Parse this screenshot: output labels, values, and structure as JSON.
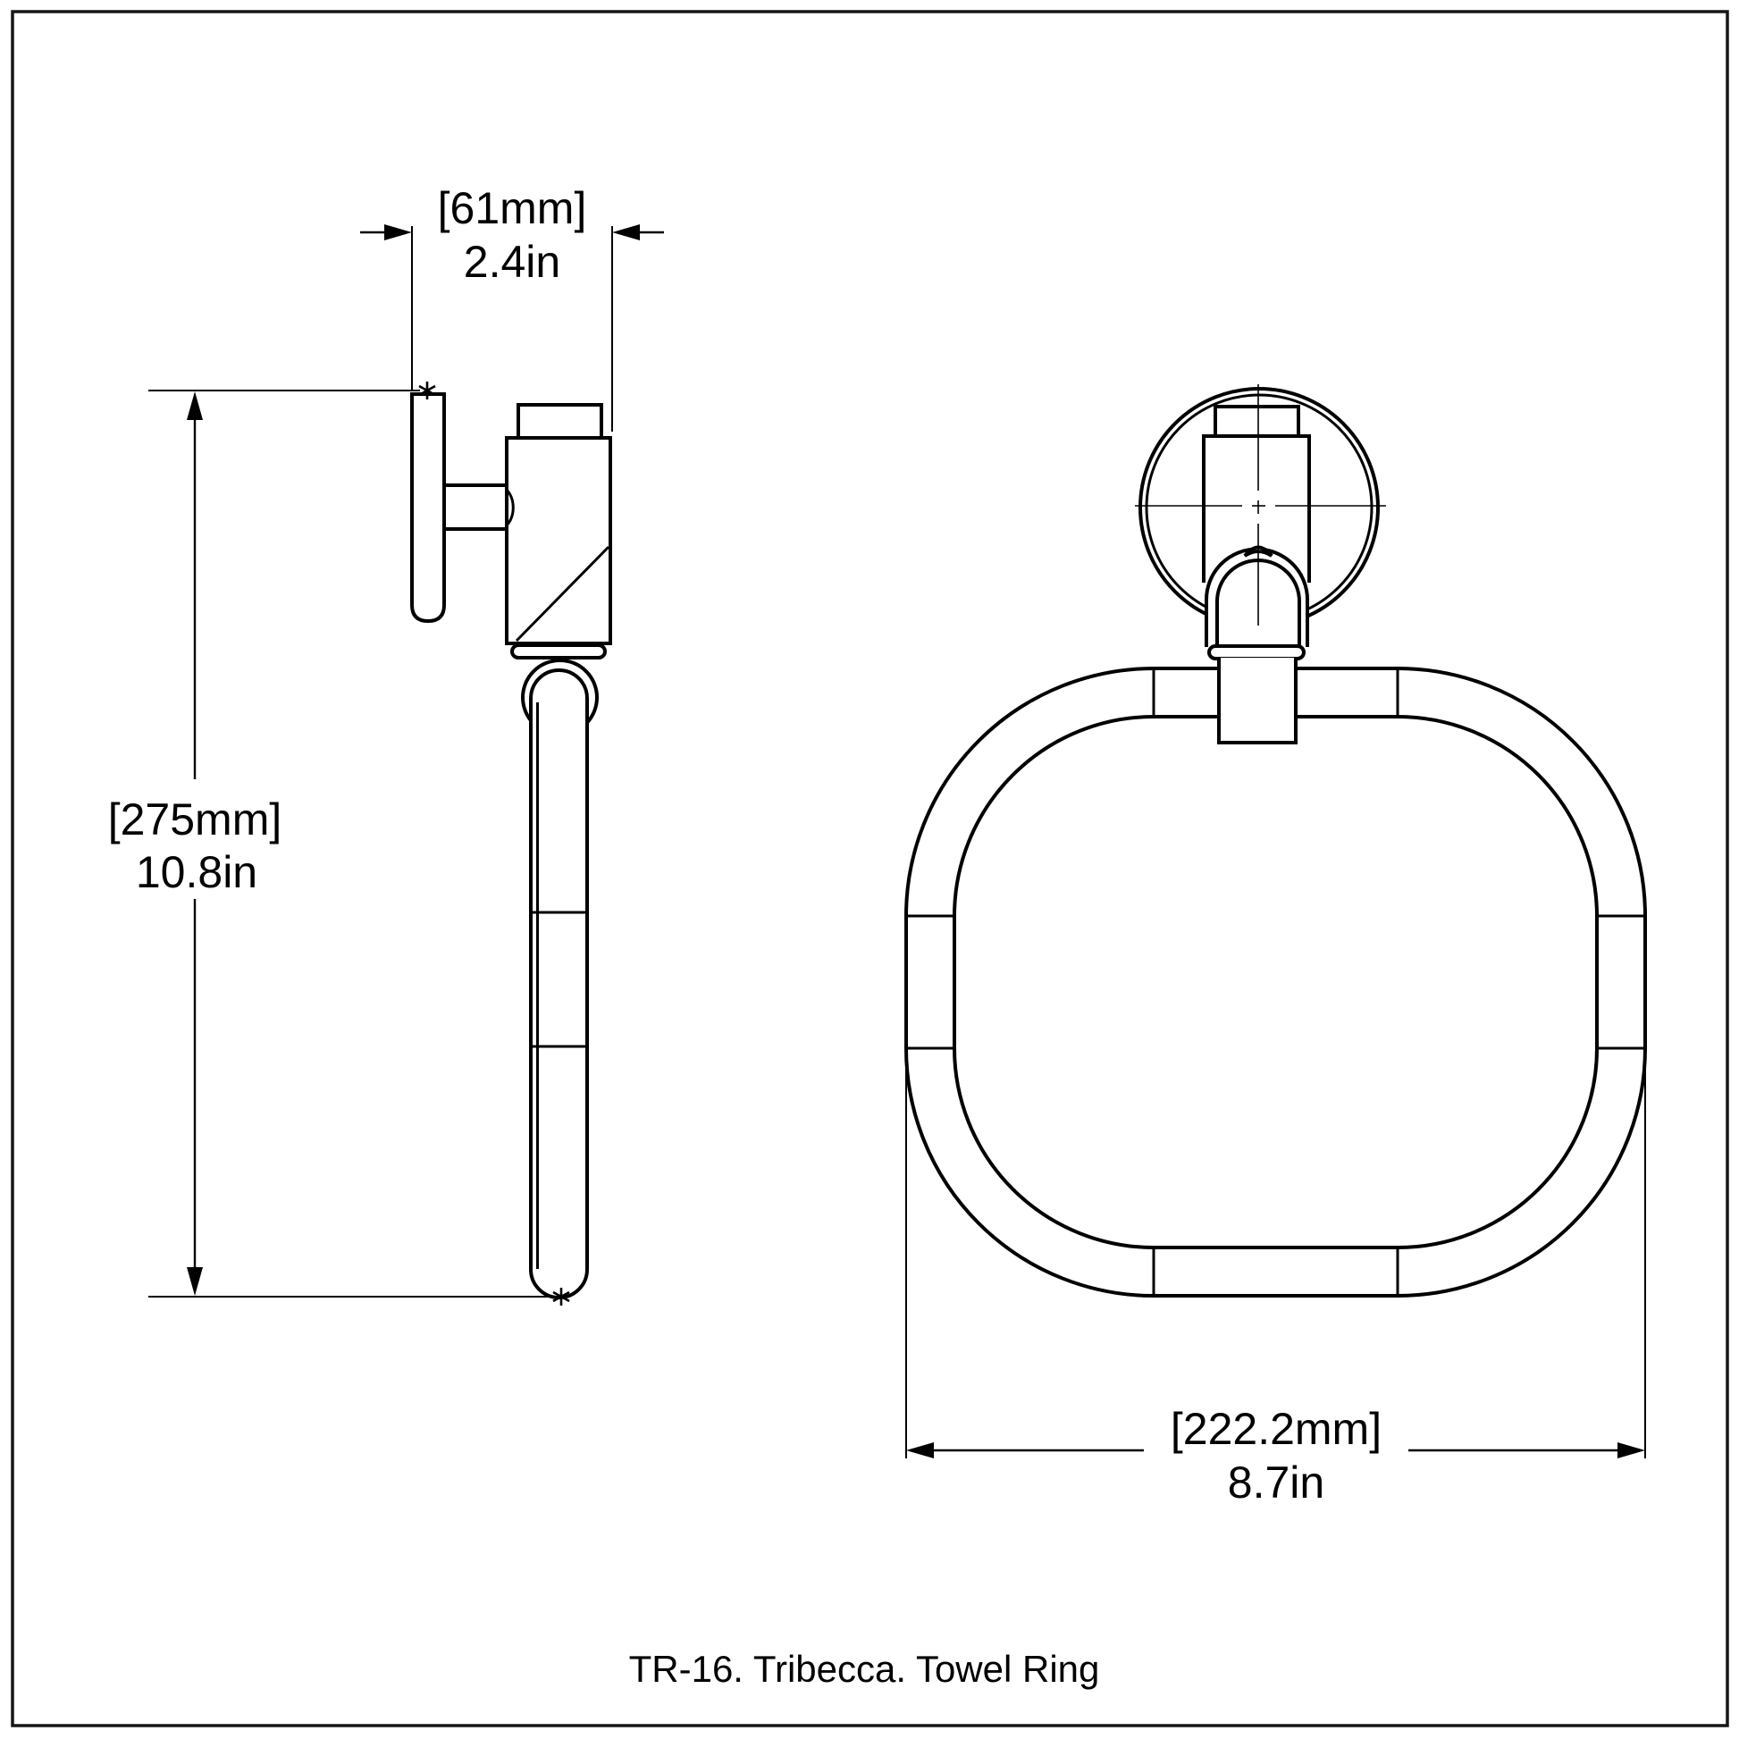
{
  "colors": {
    "line": "#000000",
    "frame": "#161616",
    "background": "#ffffff"
  },
  "caption": "TR-16. Tribecca. Towel Ring",
  "dimensions": {
    "mount_width": {
      "metric": "[61mm]",
      "imperial": "2.4in"
    },
    "overall_height": {
      "metric": "[275mm]",
      "imperial": "10.8in"
    },
    "ring_width": {
      "metric": "[222.2mm]",
      "imperial": "8.7in"
    }
  }
}
